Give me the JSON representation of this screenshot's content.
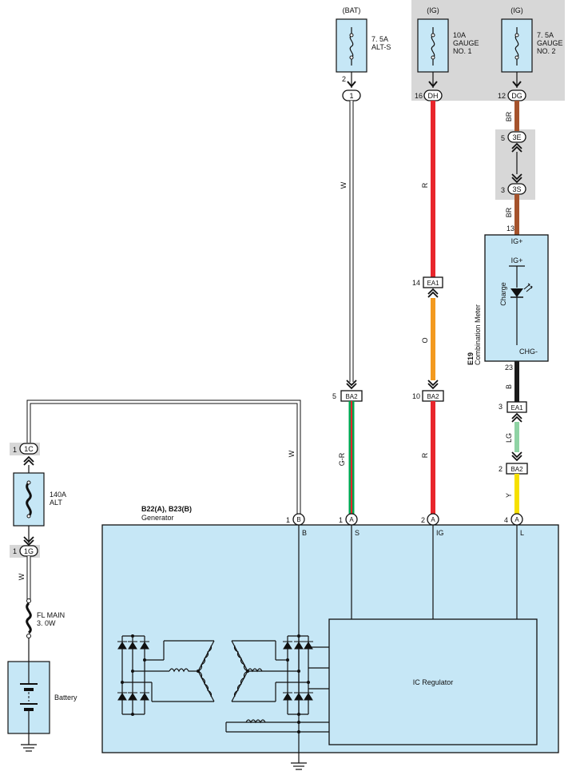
{
  "sources": {
    "bat": "(BAT)",
    "ig1": "(IG)",
    "ig2": "(IG)"
  },
  "fuses": {
    "alt_s": {
      "line1": "7. 5A",
      "line2": "ALT-S"
    },
    "gauge1": {
      "line1": "10A",
      "line2": "GAUGE",
      "line3": "NO. 1"
    },
    "gauge2": {
      "line1": "7. 5A",
      "line2": "GAUGE",
      "line3": "NO. 2"
    },
    "alt": {
      "line1": "140A",
      "line2": "ALT"
    },
    "fl_main": {
      "line1": "FL MAIN",
      "line2": "3. 0W"
    }
  },
  "connectors": {
    "c1": {
      "pin": "2",
      "label": "1"
    },
    "dh": {
      "pin": "16",
      "label": "DH"
    },
    "dg": {
      "pin": "12",
      "label": "DG"
    },
    "3e": {
      "pin": "5",
      "label": "3E"
    },
    "3s": {
      "pin": "3",
      "label": "3S"
    },
    "ea1_r": {
      "pin": "14",
      "label": "EA1"
    },
    "ba2_w": {
      "pin": "5",
      "label": "BA2"
    },
    "ba2_r": {
      "pin": "10",
      "label": "BA2"
    },
    "ea1_b": {
      "pin": "3",
      "label": "EA1"
    },
    "ba2_y": {
      "pin": "2",
      "label": "BA2"
    },
    "1c": {
      "pin": "1",
      "label": "1C"
    },
    "1g": {
      "pin": "1",
      "label": "1G"
    }
  },
  "wires": {
    "w_alt_s": "W",
    "r_gauge": "R",
    "o": "O",
    "r_ba2": "R",
    "gr": "G-R",
    "w_b": "W",
    "w_fl": "W",
    "br1": "BR",
    "br2": "BR",
    "b": "B",
    "lg": "LG",
    "y": "Y"
  },
  "meter": {
    "ref": "E19",
    "name": "Combination Meter",
    "pin_ig": "13",
    "label_ig_top": "IG+",
    "label_ig_inner": "IG+",
    "lamp": "Charge",
    "label_chg": "CHG-",
    "pin_chg": "23"
  },
  "generator": {
    "ref": "B22(A), B23(B)",
    "name": "Generator",
    "pins": [
      {
        "num": "1",
        "conn": "B",
        "term": "B"
      },
      {
        "num": "1",
        "conn": "A",
        "term": "S"
      },
      {
        "num": "2",
        "conn": "A",
        "term": "IG"
      },
      {
        "num": "4",
        "conn": "A",
        "term": "L"
      }
    ],
    "regulator": "IC Regulator"
  },
  "battery": "Battery",
  "colors": {
    "component_fill": "#c6e7f6",
    "gray_zone": "#d7d7d7",
    "red": "#e8262c",
    "orange": "#f39a1f",
    "brown": "#a5532c",
    "black": "#1a1a1a",
    "light_green": "#8fd3a4",
    "yellow": "#f6e000",
    "green": "#00a650"
  }
}
